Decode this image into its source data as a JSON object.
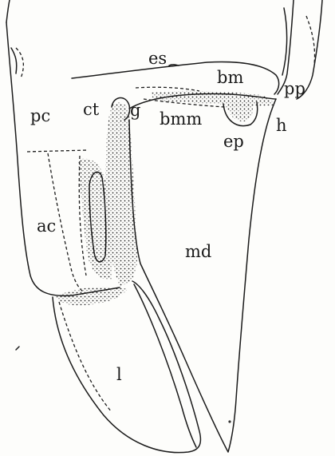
{
  "labels": {
    "es": "es",
    "bm": "bm",
    "pp": "pp",
    "pc": "pc",
    "ct": "ct",
    "g": "g",
    "bmm": "bmm",
    "h": "h",
    "ep": "ep",
    "ac": "ac",
    "md": "md",
    "l": "l"
  }
}
